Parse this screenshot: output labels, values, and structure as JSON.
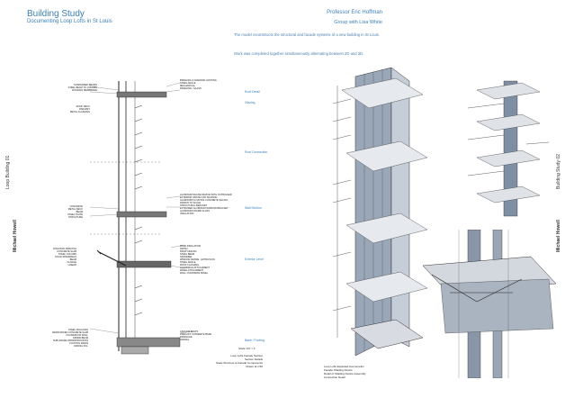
{
  "header": {
    "title": "Building Study",
    "subtitle": "Documenting Loop Lofts in St Louis",
    "professor": "Professor Eric Hoffman",
    "group": "Group with Lisa White"
  },
  "description": {
    "line1": "The model reconstructs the structural and facade systems of a new building in St Louis.",
    "line2": "Work was completed together simultaneously alternating between 2D and 3D."
  },
  "side": {
    "left_page": "Loop Building 01",
    "left_name": "Michael Howell",
    "right_page": "Building Study 02",
    "right_name": "Michael Howell"
  },
  "section_labels": {
    "top_left": [
      "SUSPENDED BEAMS",
      "STEEL BEAM TO COLUMN",
      "ROOFING MEMBRANE"
    ],
    "top_left_2": [
      "ROOF DECK",
      "PARAPET",
      "METAL FLASHING"
    ],
    "top_right": [
      "BRIDGING & DIAMOND HOSTING",
      "STEEL ANGLE",
      "MECHANICAL",
      "PANELING / GLASS"
    ],
    "mid_left": [
      "CONCRETE",
      "METAL DECK",
      "BEAM",
      "STEEL PLATE",
      "STRUCTURE"
    ],
    "mid_right": [
      "ALUMINUM SHADE DEVICE WITH OUTRIGGER",
      "EXTERIOR GRATE FOR SHADING",
      "ALUMINUM FLOATING CONCRETE SILLING",
      "DRAWN TO SCALE",
      "STRUCTURAL BRACKET",
      "EXTRUDED ALUMINUM WINDOW BRACKET",
      "ALUMINUM FRAME GLASS",
      "INSULATION"
    ],
    "low_left": [
      "DIAGONAL BRACING",
      "CONCRETE SLAB",
      "STEEL COLUMN",
      "SOLID SPANDRELS",
      "BEAM",
      "FLANGE",
      "LINEAR"
    ],
    "low_right": [
      "RIGID INSULATION",
      "FINISH",
      "DROP CEILING",
      "STEEL BEAM",
      "SPANDREL",
      "WINDOW FRAME - EXTRUSION",
      "STEEL ANGLE",
      "ROOF FLASHING",
      "GUARDRAIL ATTACHMENT",
      "PANEL ATTACHMENT",
      "WALL CONCRETE PANEL"
    ],
    "base_left": [
      "STEEL MULLIONS",
      "REINFORCED CONCRETE SLAB",
      "FOUNDATION WALL",
      "GRADE BEAM",
      "SUB-GRADE WATERPROOFING",
      "FOOTING DRAIN",
      "GRAVEL FILL"
    ],
    "base_right": [
      "ANCHOR BOLTS",
      "PRECAST CONCRETE BASE",
      "DRAINAGE",
      "GRAVEL"
    ]
  },
  "zones": [
    "Roof Detail",
    "Glazing",
    "Roof Connection",
    "Wall Section",
    "Exterior Level",
    "Base / Footing"
  ],
  "scale_note": "Scale 1/4\" = 1'",
  "legend_note": [
    "Loop Lofts Facade Section",
    "Section Details",
    "Scale Structure & Facade Components",
    "Drawn at 1:50"
  ],
  "exploded_caption": [
    "Loop Lofts Exploded Axonometric",
    "Facade Shading Device",
    "Detail of Shading Device Assembly",
    "Connection Detail"
  ],
  "colors": {
    "accent": "#3a7fb8",
    "glass": "#8a9bb0",
    "steel": "#555555"
  }
}
